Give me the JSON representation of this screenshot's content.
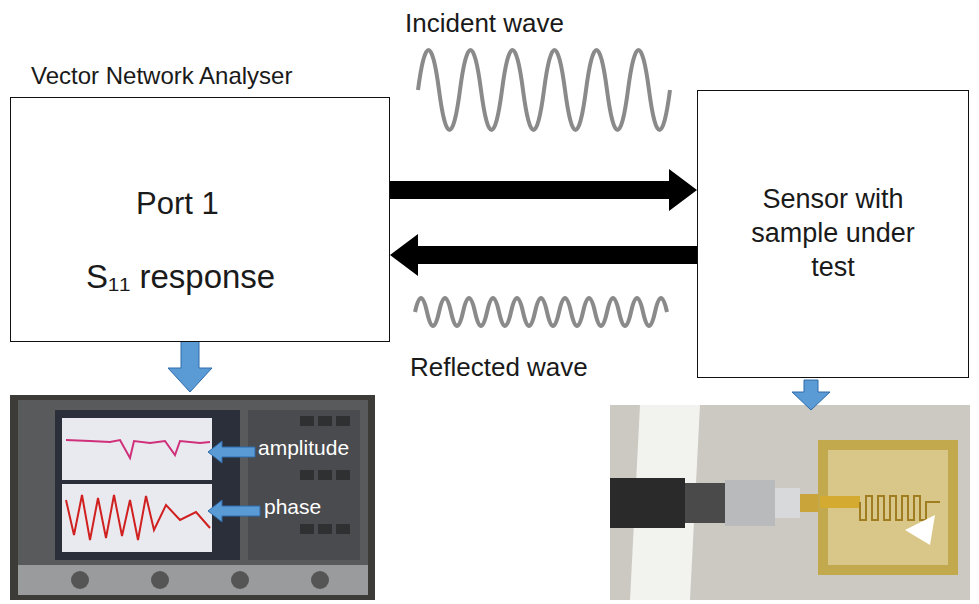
{
  "diagram": {
    "nodes": [
      {
        "text": [
          "Vector Network Analyser",
          "Port 1",
          "S₁₁ response"
        ]
      },
      {
        "text": [
          "Sensor with sample under test"
        ]
      }
    ],
    "edges": [
      {
        "from": 0,
        "to": 1,
        "arrow": "to"
      },
      {
        "from": 1,
        "to": 0,
        "arrow": "to"
      }
    ],
    "labels": [
      "Incident wave",
      "Reflected wave",
      "amplitude",
      "phase"
    ]
  }
}
